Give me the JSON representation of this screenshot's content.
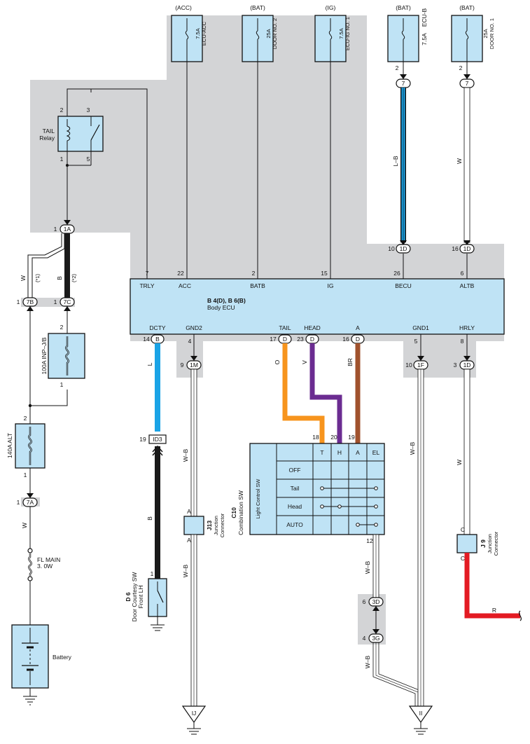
{
  "colors": {
    "shade": "#d3d4d6",
    "component": "#bfe3f5",
    "wire_l": "#1aa3e6",
    "wire_o": "#f7941d",
    "wire_v": "#6b2c91",
    "wire_br": "#a0522d",
    "wire_r": "#e31b23",
    "wire_b": "#1a1a1a"
  },
  "fuses": [
    {
      "source": "(ACC)",
      "rating": "7.5A",
      "name": "ECU-ACC",
      "pin": ""
    },
    {
      "source": "(BAT)",
      "rating": "25A",
      "name": "DOOR NO. 2",
      "pin": ""
    },
    {
      "source": "(IG)",
      "rating": "7.5A",
      "name": "ECU-IG NO. 1",
      "pin": ""
    },
    {
      "source": "(BAT)",
      "rating": "7.5A",
      "name": "ECU-B",
      "pin": "2"
    },
    {
      "source": "(BAT)",
      "rating": "25A",
      "name": "DOOR NO. 1",
      "pin": "2"
    }
  ],
  "fuse_connectors": {
    "ecub": "7",
    "door1": "7"
  },
  "fuse_wires": {
    "ecub": "L–B",
    "door1": "W"
  },
  "tail_relay": {
    "label_1": "TAIL",
    "label_2": "Relay",
    "pin_tl": "2",
    "pin_tr": "3",
    "pin_bl": "1",
    "pin_br": "5"
  },
  "relay_connector": {
    "pin": "1",
    "conn": "1A"
  },
  "left_wires": {
    "w": "W",
    "w_note": "(*1)",
    "b": "B",
    "b_note": "(*2)"
  },
  "left_connectors": {
    "pin_7b": "1",
    "conn_7b": "7B",
    "pin_7c": "1",
    "conn_7c": "7C",
    "pin_7a": "1",
    "conn_7a": "7A"
  },
  "inp_jb": {
    "label": "100A INP–J/B",
    "pin_top": "2",
    "pin_bottom": "1"
  },
  "alt": {
    "label": "140A ALT",
    "pin_top": "2",
    "pin_bottom": "1"
  },
  "fl_main": {
    "line1": "FL MAIN",
    "line2": "3. 0W",
    "wire": "W"
  },
  "battery": {
    "label": "Battery"
  },
  "ecu": {
    "title": "B 4(D), B 6(B)",
    "subtitle": "Body ECU",
    "top_pins": [
      {
        "num": "7",
        "name": "TRLY"
      },
      {
        "num": "22",
        "name": "ACC"
      },
      {
        "num": "2",
        "name": "BATB"
      },
      {
        "num": "15",
        "name": "IG"
      },
      {
        "num": "26",
        "name": "BECU"
      },
      {
        "num": "6",
        "name": "ALTB"
      }
    ],
    "top_connectors": {
      "becu_pin": "10",
      "becu_conn": "1D",
      "altb_pin": "16",
      "altb_conn": "1D"
    },
    "bottom_pins": [
      {
        "num": "14",
        "conn": "B",
        "name": "DCTY"
      },
      {
        "num": "4",
        "conn": "",
        "name": "GND2"
      },
      {
        "num": "17",
        "conn": "D",
        "name": "TAIL"
      },
      {
        "num": "23",
        "conn": "D",
        "name": "HEAD"
      },
      {
        "num": "16",
        "conn": "D",
        "name": "A"
      },
      {
        "num": "5",
        "conn": "",
        "name": "GND1"
      },
      {
        "num": "8",
        "conn": "",
        "name": "HRLY"
      }
    ]
  },
  "lower_connectors": {
    "m_pin": "9",
    "m_conn": "1M",
    "f_pin": "10",
    "f_conn": "1F",
    "d_pin": "3",
    "d_conn": "1D",
    "id_pin": "19",
    "id_conn": "ID3",
    "g3d_pin": "6",
    "g3d_conn": "3D",
    "g3g_pin": "4",
    "g3g_conn": "3G"
  },
  "wire_labels": {
    "l": "L",
    "o": "O",
    "v": "V",
    "br": "BR",
    "b": "B",
    "wb1": "W–B",
    "wb2": "W–B",
    "wb3": "W–B",
    "wb4": "W–B",
    "w_hrly": "W",
    "r": "R"
  },
  "combo_sw": {
    "code": "C10",
    "name": "Combination SW",
    "sub": "Light Control SW",
    "cols": [
      "T",
      "H",
      "A",
      "EL"
    ],
    "col_pins": [
      "18",
      "20",
      "19",
      ""
    ],
    "rows": [
      "OFF",
      "Tail",
      "Head",
      "AUTO"
    ],
    "pin_bottom": "12"
  },
  "j13": {
    "code": "J13",
    "line1": "Junction",
    "line2": "Connector",
    "pin_top": "A",
    "pin_bottom": "A"
  },
  "j9": {
    "code": "J 9",
    "line1": "Junction",
    "line2": "Connector",
    "pin_top": "C",
    "pin_bottom": "C"
  },
  "door_sw": {
    "code": "D 6",
    "line1": "Door Courtesy SW",
    "line2": "Front LH",
    "pin": "1"
  },
  "grounds": {
    "ij": "IJ",
    "ii": "II"
  }
}
